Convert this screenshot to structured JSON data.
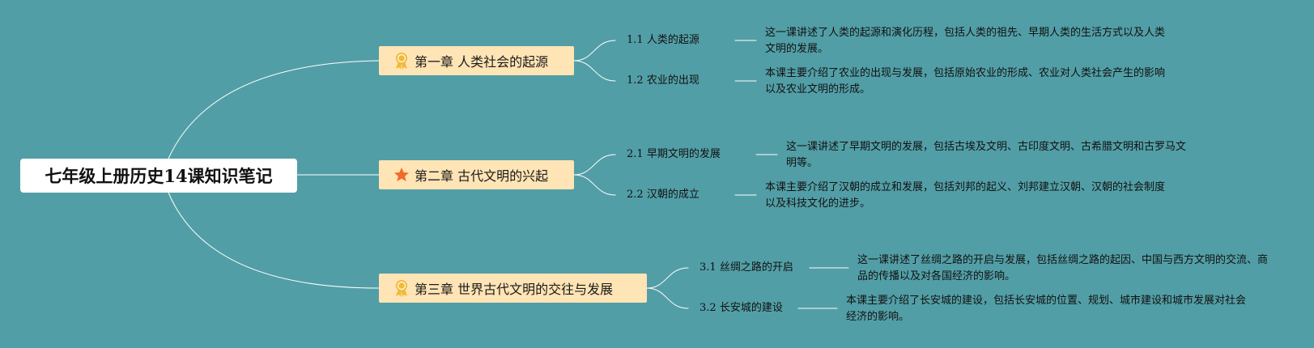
{
  "root": {
    "title": "七年级上册历史14课知识笔记"
  },
  "chapters": [
    {
      "label": "第一章 人类社会的起源",
      "icon": "ribbon-badge-icon",
      "lessons": [
        {
          "num": "1.1",
          "title": "人类的起源",
          "desc": "这一课讲述了人类的起源和演化历程，包括人类的祖先、早期人类的生活方式以及人类文明的发展。"
        },
        {
          "num": "1.2",
          "title": "农业的出现",
          "desc": "本课主要介绍了农业的出现与发展，包括原始农业的形成、农业对人类社会产生的影响以及农业文明的形成。"
        }
      ]
    },
    {
      "label": "第二章 古代文明的兴起",
      "icon": "star-icon",
      "lessons": [
        {
          "num": "2.1",
          "title": "早期文明的发展",
          "desc": "这一课讲述了早期文明的发展，包括古埃及文明、古印度文明、古希腊文明和古罗马文明等。"
        },
        {
          "num": "2.2",
          "title": "汉朝的成立",
          "desc": "本课主要介绍了汉朝的成立和发展，包括刘邦的起义、刘邦建立汉朝、汉朝的社会制度以及科技文化的进步。"
        }
      ]
    },
    {
      "label": "第三章 世界古代文明的交往与发展",
      "icon": "ribbon-badge-icon",
      "lessons": [
        {
          "num": "3.1",
          "title": "丝绸之路的开启",
          "desc": "这一课讲述了丝绸之路的开启与发展，包括丝绸之路的起因、中国与西方文明的交流、商品的传播以及对各国经济的影响。"
        },
        {
          "num": "3.2",
          "title": "长安城的建设",
          "desc": "本课主要介绍了长安城的建设，包括长安城的位置、规划、城市建设和城市发展对社会经济的影响。"
        }
      ]
    }
  ],
  "colors": {
    "background": "#529ea6",
    "root_fill": "#ffffff",
    "chapter_fill": "#ffe4b5",
    "connector": "#ffffff",
    "star": "#ef6c2a",
    "badge": "#f0b93a"
  }
}
